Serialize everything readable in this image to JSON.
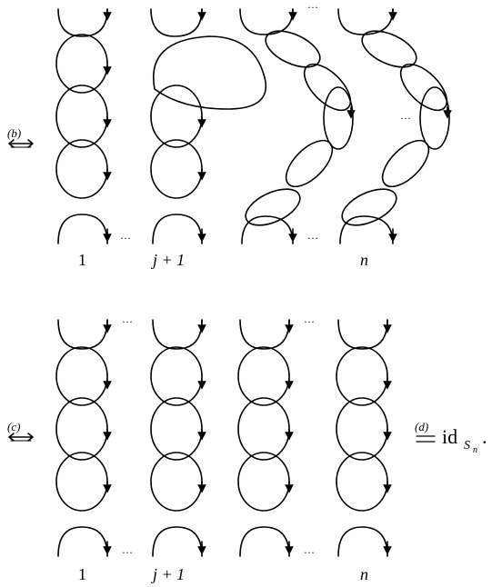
{
  "top_diagram": {
    "equivalence_tag": "(b)",
    "labels": {
      "first": "1",
      "middle": "j + 1",
      "last": "n"
    },
    "ellipsis": "···"
  },
  "bottom_diagram": {
    "equivalence_tag": "(c)",
    "labels": {
      "first": "1",
      "middle": "j + 1",
      "last": "n"
    },
    "ellipsis": "···",
    "equals_tag": "(d)",
    "result": "id",
    "result_sub": "S",
    "result_sub_sub": "n",
    "result_period": "."
  }
}
